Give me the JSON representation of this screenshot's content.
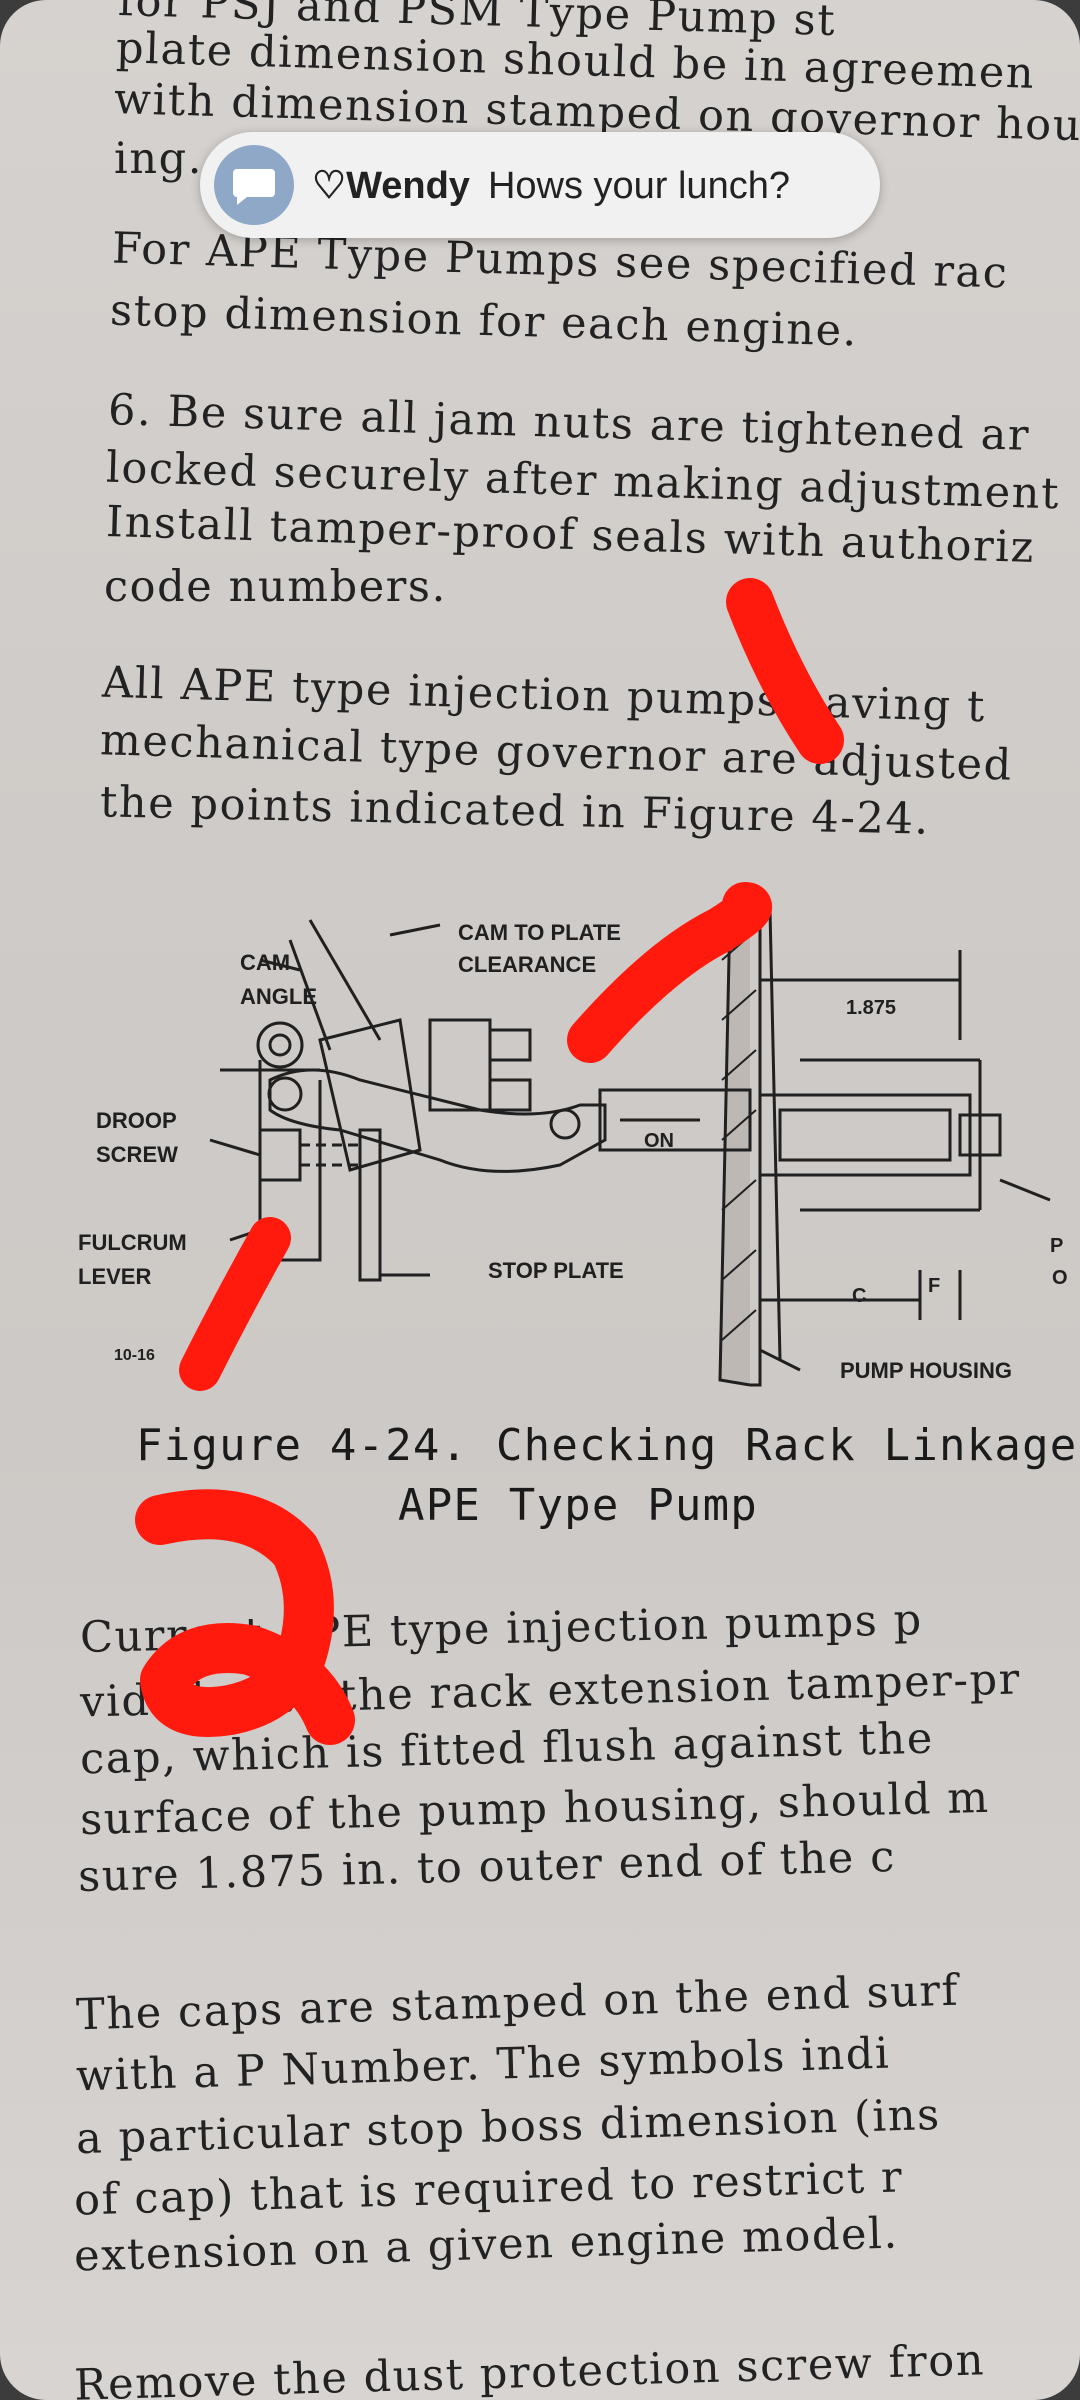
{
  "notification": {
    "sender": "♡Wendy",
    "message": "Hows your lunch?",
    "icon": "message-bubble-icon"
  },
  "document": {
    "para_top": [
      "for PSJ and PSM Type Pump st",
      "plate dimension should be in agreemen",
      "with dimension stamped on governor hous",
      "ing."
    ],
    "para_ape_stop": [
      "For APE Type Pumps see specified rac",
      "stop dimension for each engine."
    ],
    "para_step6": [
      "6.  Be sure all jam nuts are tightened ar",
      "locked securely after making adjustment",
      "Install tamper-proof seals with authoriz",
      "code numbers."
    ],
    "para_all_ape": [
      "All APE type injection pumps having t",
      "mechanical type governor are adjusted",
      "the points indicated in Figure 4-24."
    ],
    "figure": {
      "labels": {
        "cam_angle_1": "CAM",
        "cam_angle_2": "ANGLE",
        "cam_to_plate_1": "CAM TO PLATE",
        "cam_to_plate_2": "CLEARANCE",
        "droop_1": "DROOP",
        "droop_2": "SCREW",
        "fulcrum_1": "FULCRUM",
        "fulcrum_2": "LEVER",
        "stop_plate": "STOP PLATE",
        "pump_housing": "PUMP HOUSING",
        "dimension": "1.875",
        "on": "ON",
        "c": "C",
        "f": "F",
        "p": "P",
        "o": "O",
        "ref": "10-16"
      },
      "caption_1": "Figure 4-24.  Checking Rack Linkage,",
      "caption_2": "APE Type Pump"
    },
    "para_current": [
      "Current APE type injection pumps p",
      "vided with the rack extension tamper-pr",
      "cap, which is fitted flush against the",
      "surface of the pump housing, should m",
      "sure 1.875 in. to outer end of the c"
    ],
    "para_caps": [
      "The caps are stamped on the end surf",
      "with a P Number.  The symbols indi",
      "a particular stop boss dimension (ins",
      "of cap) that is required to restrict r",
      "extension on a given engine model."
    ],
    "para_last": [
      "Remove the dust protection screw fron"
    ]
  },
  "colors": {
    "annotation_red": "#ff1a0d",
    "toast_bg": "#f1f1f2",
    "avatar_bg": "#8fa8c7"
  }
}
